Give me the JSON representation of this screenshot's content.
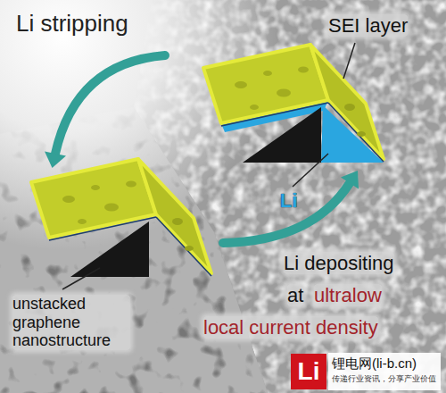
{
  "diagram": {
    "labels": [
      "Li stripping",
      "SEI layer",
      "Li",
      "unstacked graphene nanostructure",
      "Li depositing",
      "at",
      "ultralow",
      "local current density",
      "Li",
      "锂电网(li-b.cn)",
      "传递行业资讯，分享产业价值"
    ]
  }
}
